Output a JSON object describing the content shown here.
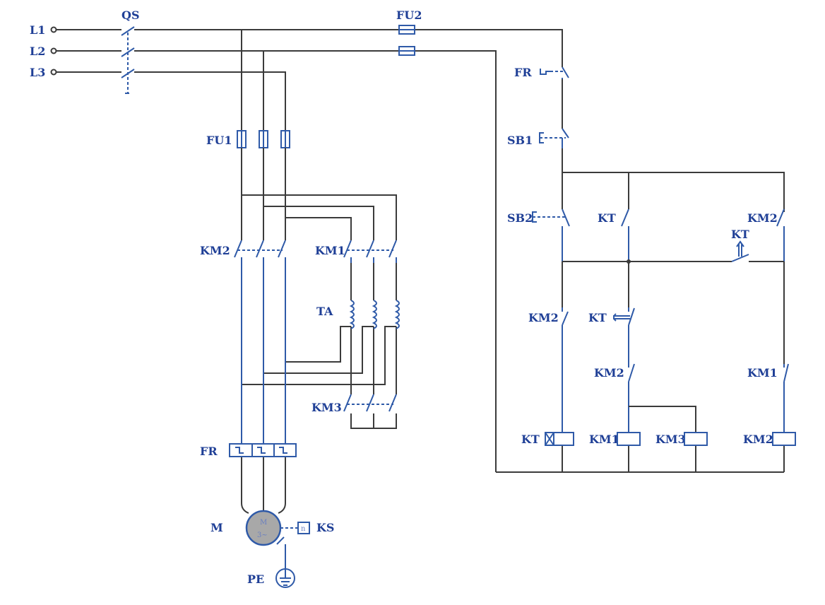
{
  "labels": {
    "L1": "L1",
    "L2": "L2",
    "L3": "L3",
    "QS": "QS",
    "FU2": "FU2",
    "FU1": "FU1",
    "KM2_main": "KM2",
    "KM1_main": "KM1",
    "TA": "TA",
    "KM3_main": "KM3",
    "FR_main": "FR",
    "M": "M",
    "KS": "KS",
    "PE": "PE",
    "FR_ctrl": "FR",
    "SB1": "SB1",
    "SB2": "SB2",
    "KT_no": "KT",
    "KM2_hold": "KM2",
    "KT_timed": "KT",
    "KM2_nc": "KM2",
    "KT_nc": "KT",
    "KM2_nc2": "KM2",
    "KM1_no": "KM1",
    "KT_coil": "KT",
    "KM1_coil": "KM1",
    "KM3_coil": "KM3",
    "KM2_coil": "KM2",
    "motor_top": "M",
    "motor_bottom": "3~",
    "ks_box": "n"
  },
  "colors": {
    "wire": "#3b3b3b",
    "component": "#2f5aa8",
    "label": "#1f3f96",
    "motor_fill": "#a8a8a8"
  }
}
